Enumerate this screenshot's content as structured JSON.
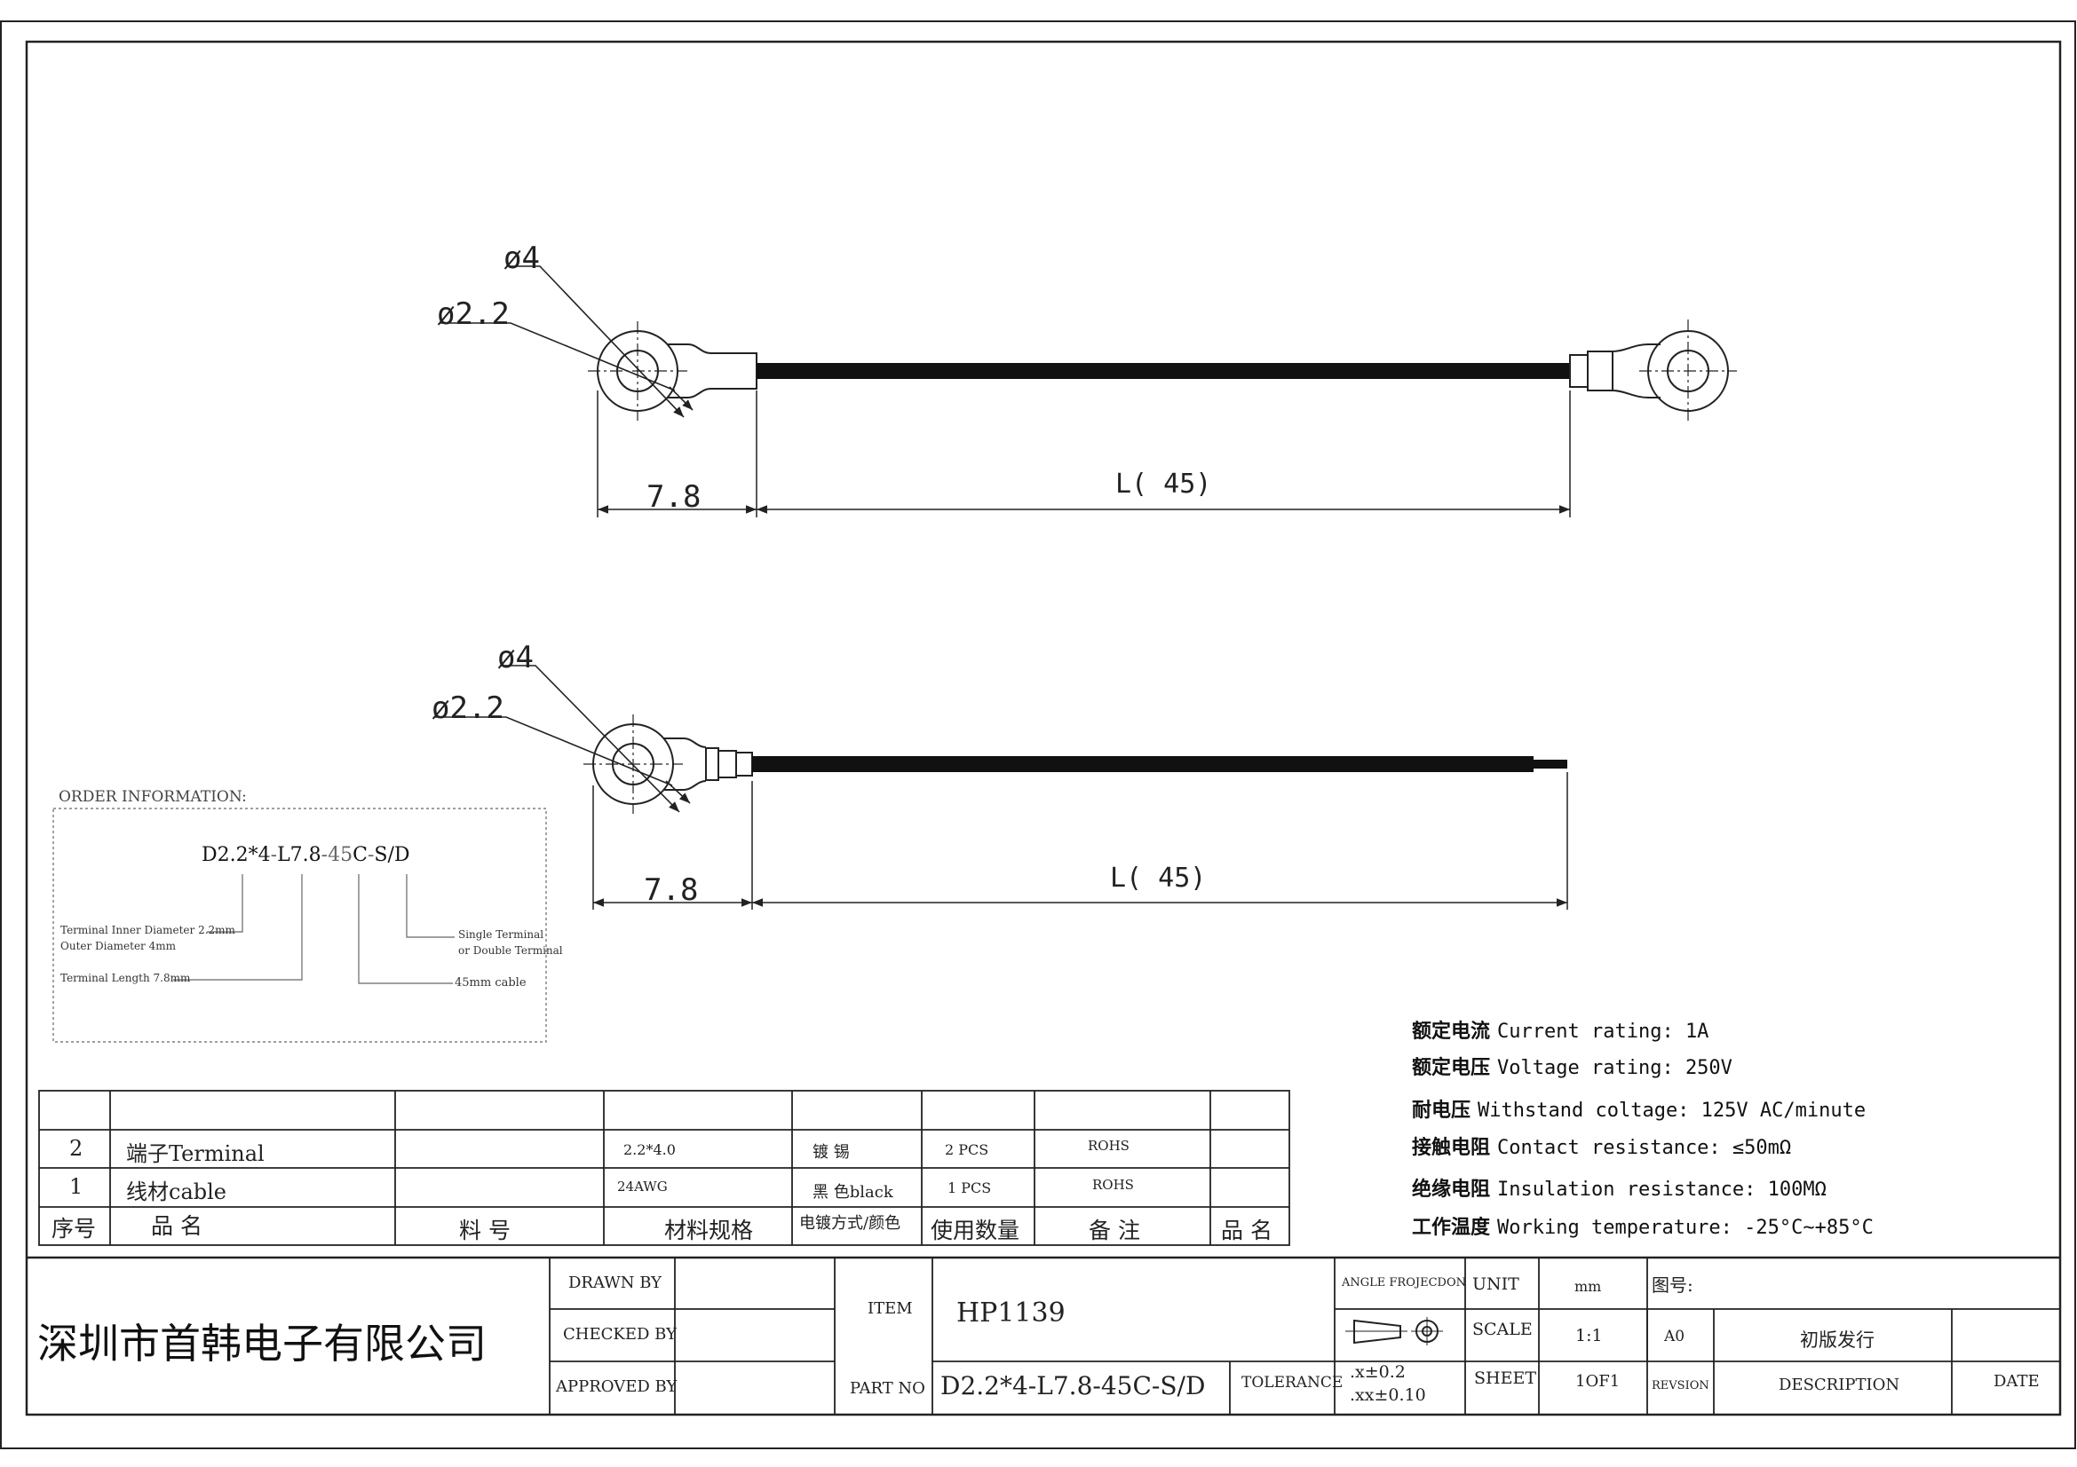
{
  "drawing_top": {
    "outer_dia": "ø4",
    "inner_dia": "ø2.2",
    "terminal_len": "7.8",
    "length": "L( 45)"
  },
  "drawing_bottom": {
    "outer_dia": "ø4",
    "inner_dia": "ø2.2",
    "terminal_len": "7.8",
    "length": "L( 45)"
  },
  "order_info": {
    "title": "ORDER INFORMATION:",
    "p1": "D2.2*4",
    "d1": "-",
    "p2": "L7.8",
    "d2": "-",
    "p3": "45",
    "p4": "C",
    "d3": "-",
    "p5": "S/D",
    "label_diameter_1": "Terminal Inner Diameter 2.2mm",
    "label_diameter_2": "Outer Diameter 4mm",
    "label_length": "Terminal Length 7.8mm",
    "label_terminal_1": "Single Terminal",
    "label_terminal_2": "or Double Terminal",
    "label_cable": "45mm cable"
  },
  "specs": [
    {
      "cn": "额定电流",
      "en": "Current rating: 1A"
    },
    {
      "cn": "额定电压",
      "en": "Voltage rating: 250V"
    },
    {
      "cn": "耐电压",
      "en": "Withstand coltage: 125V AC/minute"
    },
    {
      "cn": "接触电阻",
      "en": "Contact resistance: ≤50mΩ"
    },
    {
      "cn": "绝缘电阻",
      "en": "Insulation resistance: 100MΩ"
    },
    {
      "cn": "工作温度",
      "en": "Working temperature: -25°C~+85°C"
    }
  ],
  "bom": {
    "rows": [
      {
        "no": "2",
        "name": "端子Terminal",
        "part": "",
        "spec": "2.2*4.0",
        "plating": "镀 锡",
        "qty": "2 PCS",
        "note": "ROHS"
      },
      {
        "no": "1",
        "name": "线材cable",
        "part": "",
        "spec": "24AWG",
        "plating": "黑 色black",
        "qty": "1 PCS",
        "note": "ROHS"
      }
    ],
    "header": {
      "no": "序号",
      "name": "品 名",
      "part": "料 号",
      "spec": "材料规格",
      "plating": "电镀方式/颜色",
      "qty": "使用数量",
      "note": "备 注",
      "extra": "品 名"
    }
  },
  "title_block": {
    "company": "深圳市首韩电子有限公司",
    "drawn_by": "DRAWN BY",
    "checked_by": "CHECKED BY",
    "approved_by": "APPROVED BY",
    "item_label": "ITEM",
    "item_value": "HP1139",
    "part_no_label": "PART NO",
    "part_no_value": "D2.2*4-L7.8-45C-S/D",
    "tolerance_label": "TOLERANCE",
    "tol_1": ".x±0.2",
    "tol_2": ".xx±0.10",
    "angle_projection": "ANGLE FROJECDON",
    "unit_label": "UNIT",
    "unit_value": "mm",
    "scale_label": "SCALE",
    "scale_value": "1:1",
    "sheet_label": "SHEET",
    "sheet_value": "1OF1",
    "drawing_no_label": "图号:",
    "rev_value": "A0",
    "rev_desc": "初版发行",
    "revision_label": "REVSION",
    "description_label": "DESCRIPTION",
    "date_label": "DATE"
  }
}
